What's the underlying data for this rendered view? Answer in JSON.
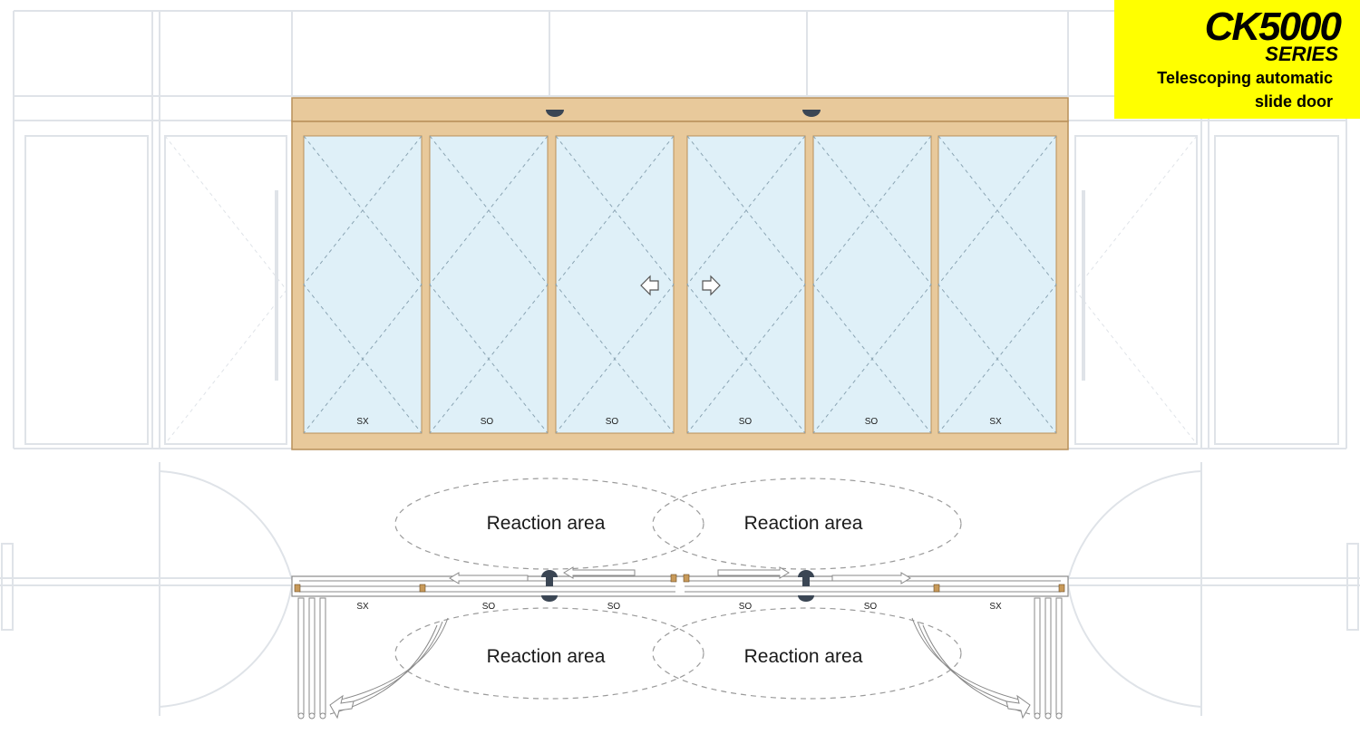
{
  "brand": {
    "title": "CK5000",
    "series": "SERIES",
    "subtitle_line1": "Telescoping automatic",
    "subtitle_line2": "slide door"
  },
  "elevation": {
    "panels": [
      "SX",
      "SO",
      "SO",
      "SO",
      "SO",
      "SX"
    ]
  },
  "plan": {
    "panels": [
      "SX",
      "SO",
      "SO",
      "SO",
      "SO",
      "SX"
    ],
    "reaction_areas": [
      "Reaction area",
      "Reaction area",
      "Reaction area",
      "Reaction area"
    ]
  },
  "colors": {
    "frame": "#e8c99b",
    "frame_stroke": "#b8905a",
    "glass": "#dff0f8",
    "highlight": "#ffff00",
    "faint_lines": "#dfe3e8"
  },
  "icons": {
    "sensor": "motion-sensor-icon",
    "arrow_left": "arrow-left-icon",
    "arrow_right": "arrow-right-icon"
  }
}
